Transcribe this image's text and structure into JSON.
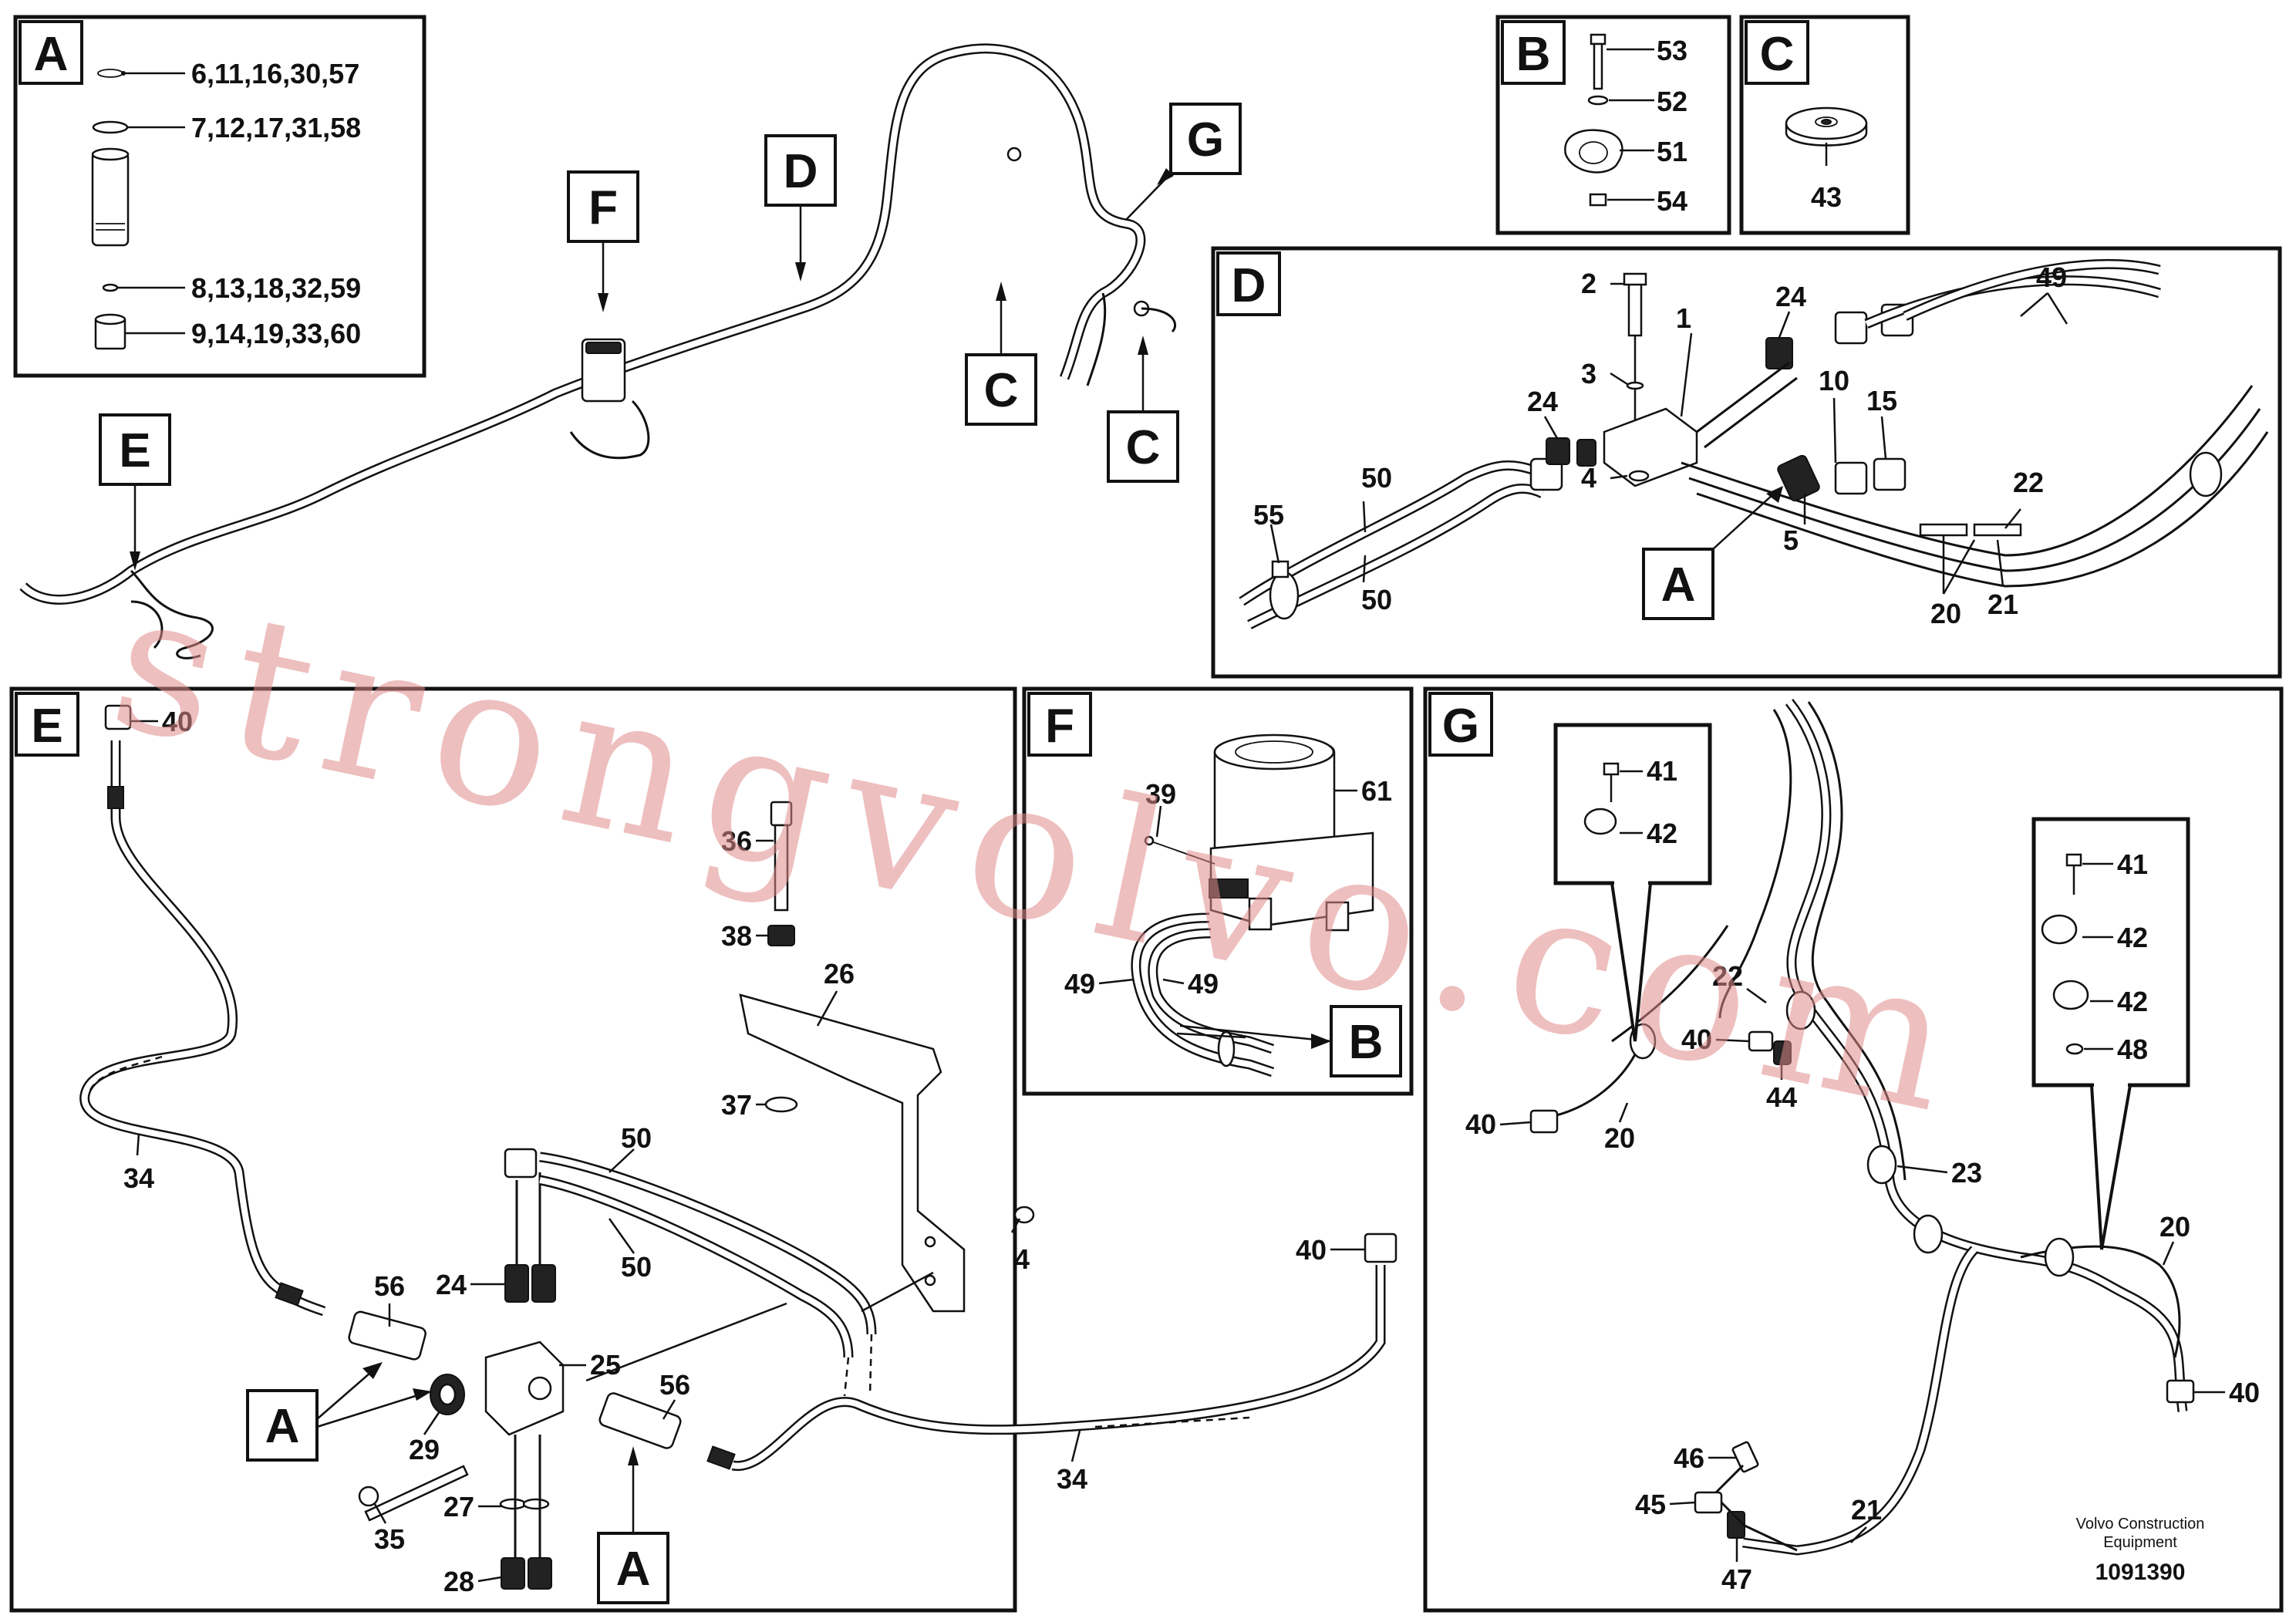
{
  "detail_tags": {
    "A": "A",
    "B": "B",
    "C": "C",
    "D": "D",
    "E": "E",
    "F": "F",
    "G": "G"
  },
  "panel_a": {
    "callouts": [
      "6,11,16,30,57",
      "7,12,17,31,58",
      "8,13,18,32,59",
      "9,14,19,33,60"
    ]
  },
  "panel_b": {
    "callouts": [
      "53",
      "52",
      "51",
      "54"
    ]
  },
  "panel_c": {
    "callouts": [
      "43"
    ]
  },
  "panel_d": {
    "callouts": [
      "2",
      "3",
      "1",
      "4",
      "24",
      "24",
      "49",
      "10",
      "15",
      "5",
      "50",
      "50",
      "55",
      "22",
      "20",
      "21"
    ]
  },
  "panel_e": {
    "callouts": [
      "40",
      "36",
      "38",
      "26",
      "37",
      "34",
      "50",
      "50",
      "4",
      "56",
      "24",
      "25",
      "29",
      "56",
      "27",
      "28",
      "35",
      "40",
      "34"
    ]
  },
  "panel_f": {
    "callouts": [
      "61",
      "39",
      "49",
      "49"
    ]
  },
  "panel_g": {
    "callouts": [
      "41",
      "42",
      "41",
      "42",
      "42",
      "48",
      "22",
      "40",
      "44",
      "40",
      "20",
      "23",
      "20",
      "40",
      "46",
      "45",
      "47",
      "21"
    ]
  },
  "footer": {
    "company_line1": "Volvo Construction",
    "company_line2": "Equipment",
    "drawing_number": "1091390"
  },
  "watermark": "strongvolvo.com",
  "colors": {
    "ink": "#111111",
    "watermark": "#e08a8a",
    "paper": "#ffffff"
  }
}
